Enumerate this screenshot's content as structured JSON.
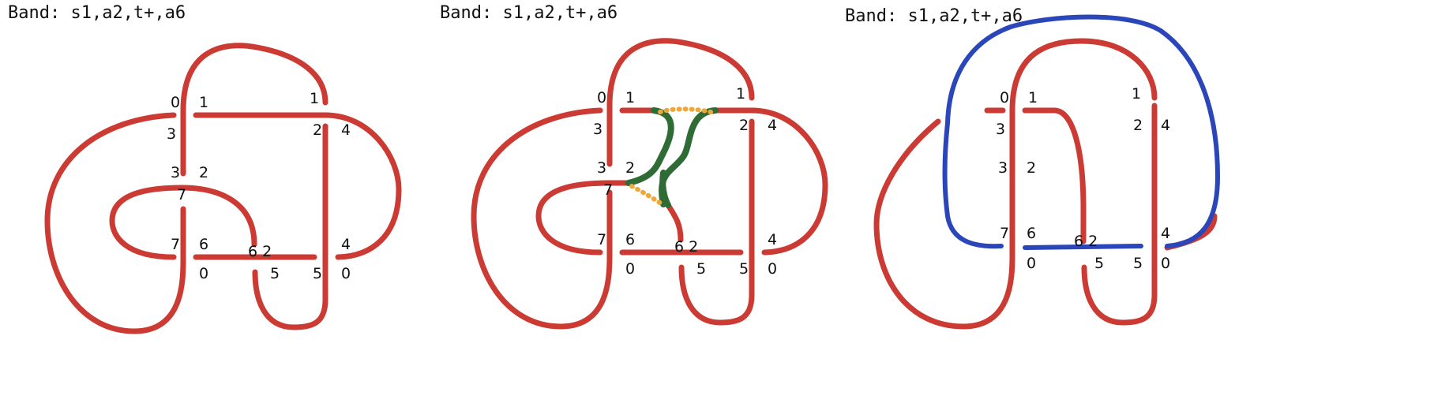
{
  "panels": [
    {
      "title": "Band: s1,a2,t+,a6",
      "labels": [
        "0",
        "1",
        "1",
        "3",
        "2",
        "4",
        "3",
        "2",
        "7",
        "7",
        "6",
        "6 2",
        "4",
        "0",
        "5",
        "5",
        "0"
      ]
    },
    {
      "title": "Band: s1,a2,t+,a6",
      "labels": [
        "0",
        "1",
        "1",
        "3",
        "2",
        "4",
        "3",
        "2",
        "7",
        "7",
        "6",
        "6 2",
        "4",
        "0",
        "5",
        "5",
        "0"
      ],
      "band_colors": {
        "band": "#2e6b35",
        "dots": "#f0a73a"
      }
    },
    {
      "title": "Band: s1,a2,t+,a6",
      "labels": [
        "0",
        "1",
        "1",
        "3",
        "2",
        "4",
        "3",
        "2",
        "7",
        "6",
        "6 2",
        "4",
        "0",
        "5",
        "5",
        "0"
      ],
      "band_colors": {
        "band": "#2a46b8"
      }
    }
  ],
  "colors": {
    "knot": "#cc3b33"
  }
}
